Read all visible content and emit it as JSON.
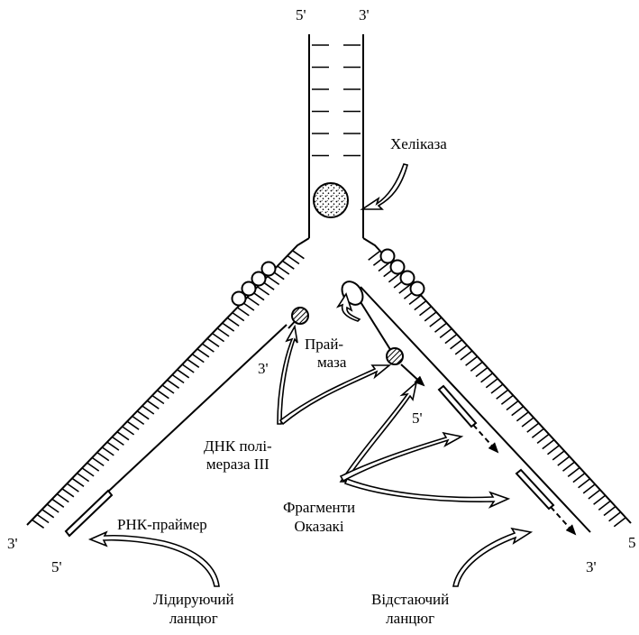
{
  "title": "",
  "strand_ends": {
    "top_left": "5'",
    "top_right": "3'",
    "left_outer": "3'",
    "left_primer_end": "5'",
    "left_new_strand": "3'",
    "right_outer": "5",
    "right_new_strand": "3'",
    "lagging_fragment_end": "5'"
  },
  "labels": {
    "helicase": "Хеліказа",
    "primase": [
      "Прай-",
      "маза"
    ],
    "dna_polymerase": [
      "ДНК полі-",
      "мераза III"
    ],
    "okazaki_fragments": [
      "Фрагменти",
      "Оказакі"
    ],
    "rna_primer": "РНК-праймер",
    "leading_strand": [
      "Лідируючий",
      "ланцюг"
    ],
    "lagging_strand": [
      "Відстаючий",
      "ланцюг"
    ]
  }
}
